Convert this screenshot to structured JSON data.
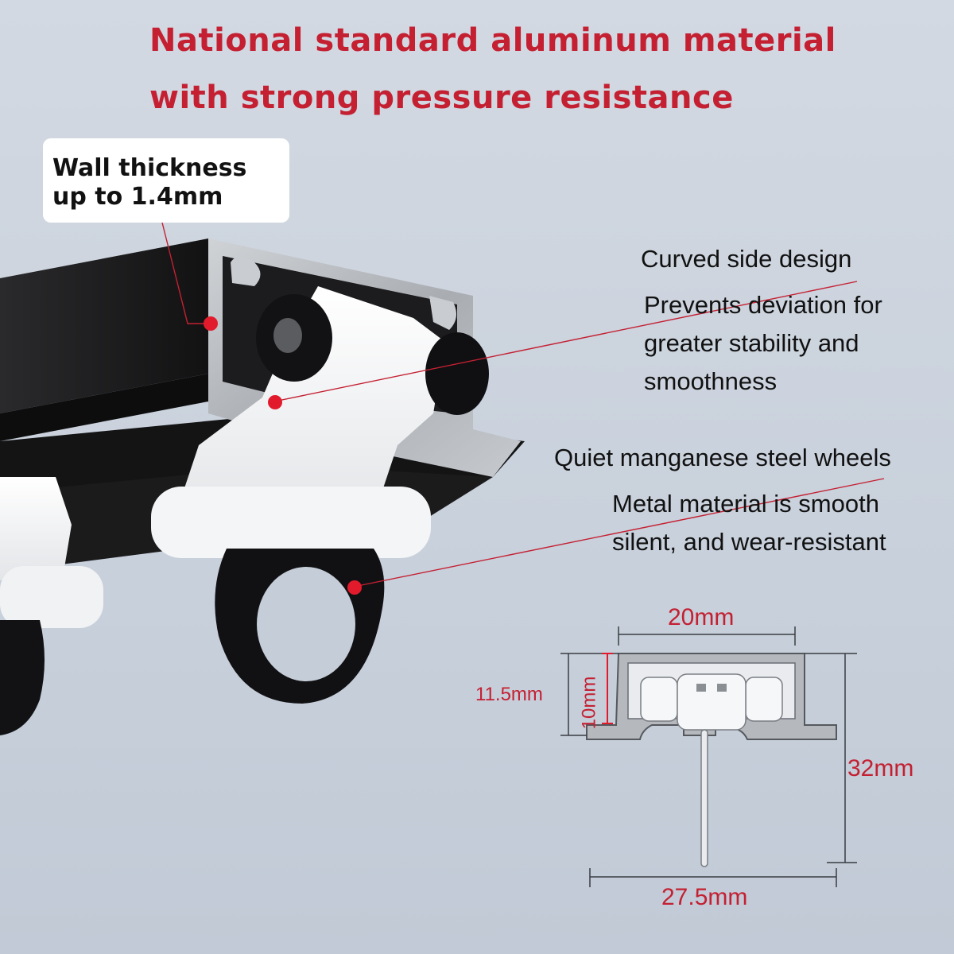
{
  "headline": {
    "line1": "National standard aluminum material",
    "line2": "with strong pressure resistance"
  },
  "callouts": {
    "wall_thickness": {
      "line1": "Wall thickness",
      "line2": "up to 1.4mm"
    },
    "curved_side": {
      "title": "Curved side design",
      "desc1": "Prevents deviation for",
      "desc2": "greater stability and",
      "desc3": "smoothness"
    },
    "wheels": {
      "title": "Quiet manganese steel wheels",
      "desc1": "Metal material is smooth",
      "desc2": "silent, and wear-resistant"
    }
  },
  "dimensions": {
    "top_width": "20mm",
    "outer_height": "11.5mm",
    "inner_height": "10mm",
    "total_height": "32mm",
    "bottom_width": "27.5mm"
  },
  "colors": {
    "accent": "#c42032",
    "rail": "#1d1d1f",
    "aluminum": "#b4b8bd",
    "glider": "#f2f3f4"
  }
}
